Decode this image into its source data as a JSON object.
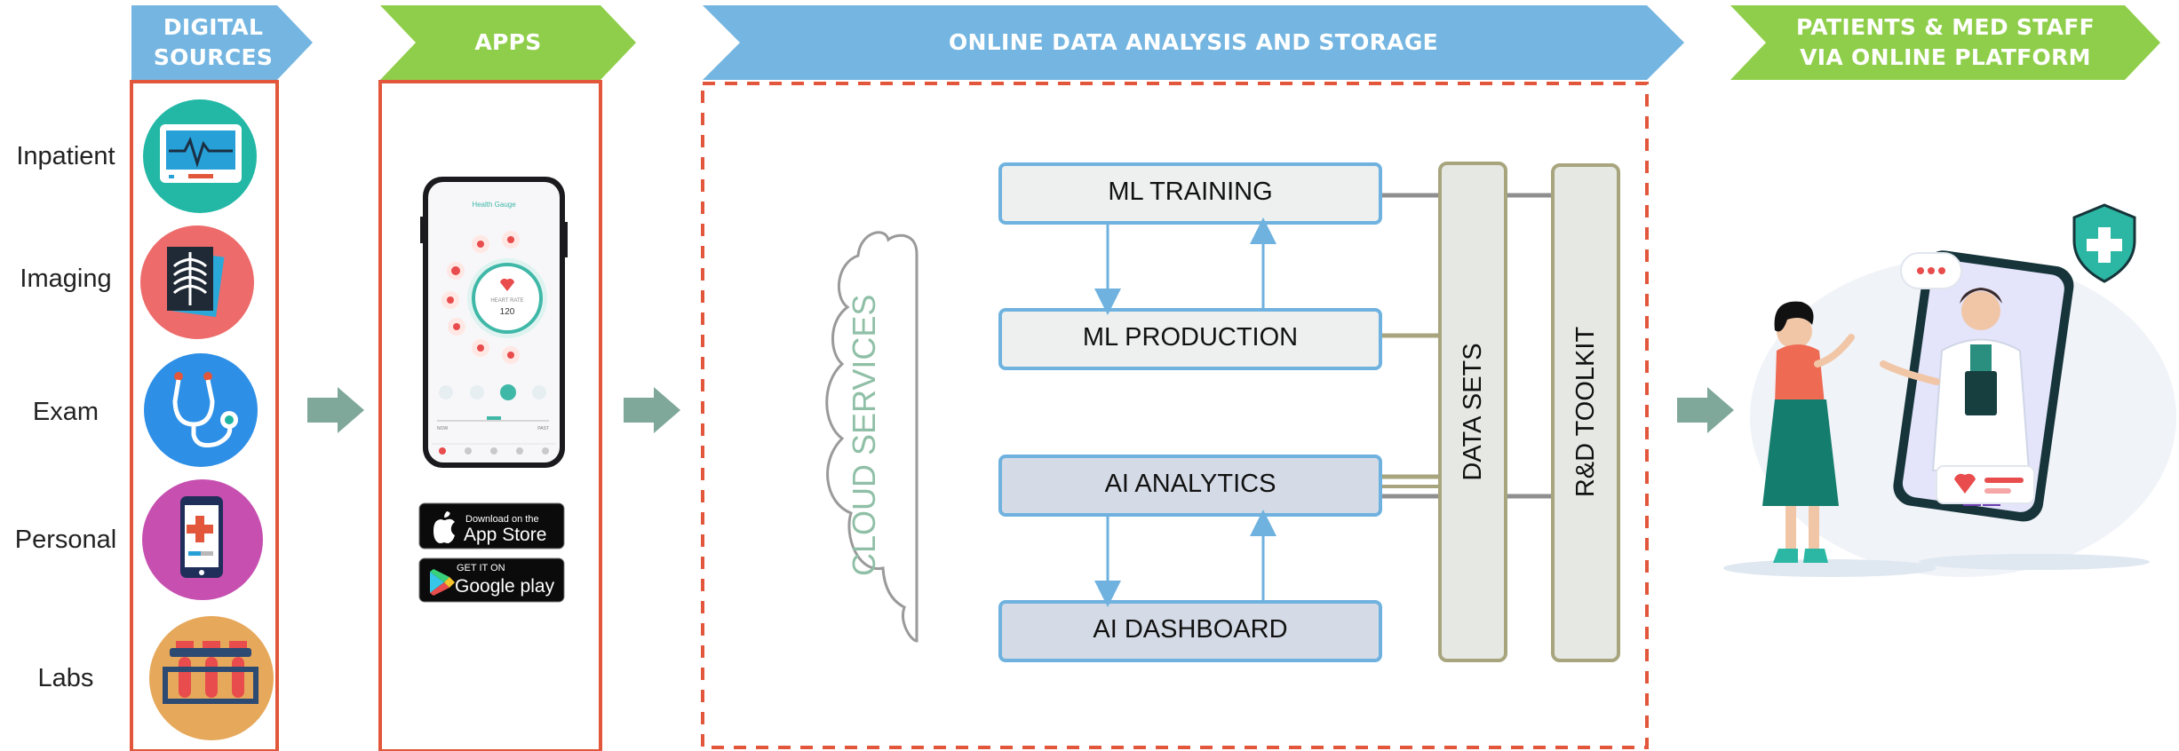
{
  "banners": {
    "digital_sources": "DIGITAL\nSOURCES",
    "apps": "APPS",
    "online": "ONLINE DATA ANALYSIS AND STORAGE",
    "patients": "PATIENTS & MED STAFF\nVIA ONLINE PLATFORM"
  },
  "sources": [
    "Inpatient",
    "Imaging",
    "Exam",
    "Personal",
    "Labs"
  ],
  "phone": {
    "app_title": "Health Gauge",
    "metric_label": "HEART RATE",
    "metric_value": "120",
    "bottom_left": "NOW",
    "bottom_right": "PAST"
  },
  "stores": {
    "apple_small": "Download on the",
    "apple_big": "App Store",
    "google_small": "GET IT ON",
    "google_big": "Google play"
  },
  "cloud_label": "CLOUD SERVICES",
  "pipeline": {
    "ml_training": "ML TRAINING",
    "ml_production": "ML PRODUCTION",
    "ai_analytics": "AI ANALYTICS",
    "ai_dashboard": "AI DASHBOARD",
    "data_sets": "DATA SETS",
    "rd_toolkit": "R&D TOOLKIT"
  },
  "colors": {
    "blue_banner": "#74b6e1",
    "green_banner": "#8fce4a",
    "red_border": "#e2573b",
    "flow_arrow": "#7fa89a",
    "box_border": "#6fb2df",
    "box_fill_ml": "#edf0ef",
    "box_fill_ai": "#d4dbe6",
    "pillar_border": "#a8a57e",
    "pillar_fill": "#e5e8e3",
    "cloud_text": "#8fbfa6"
  }
}
